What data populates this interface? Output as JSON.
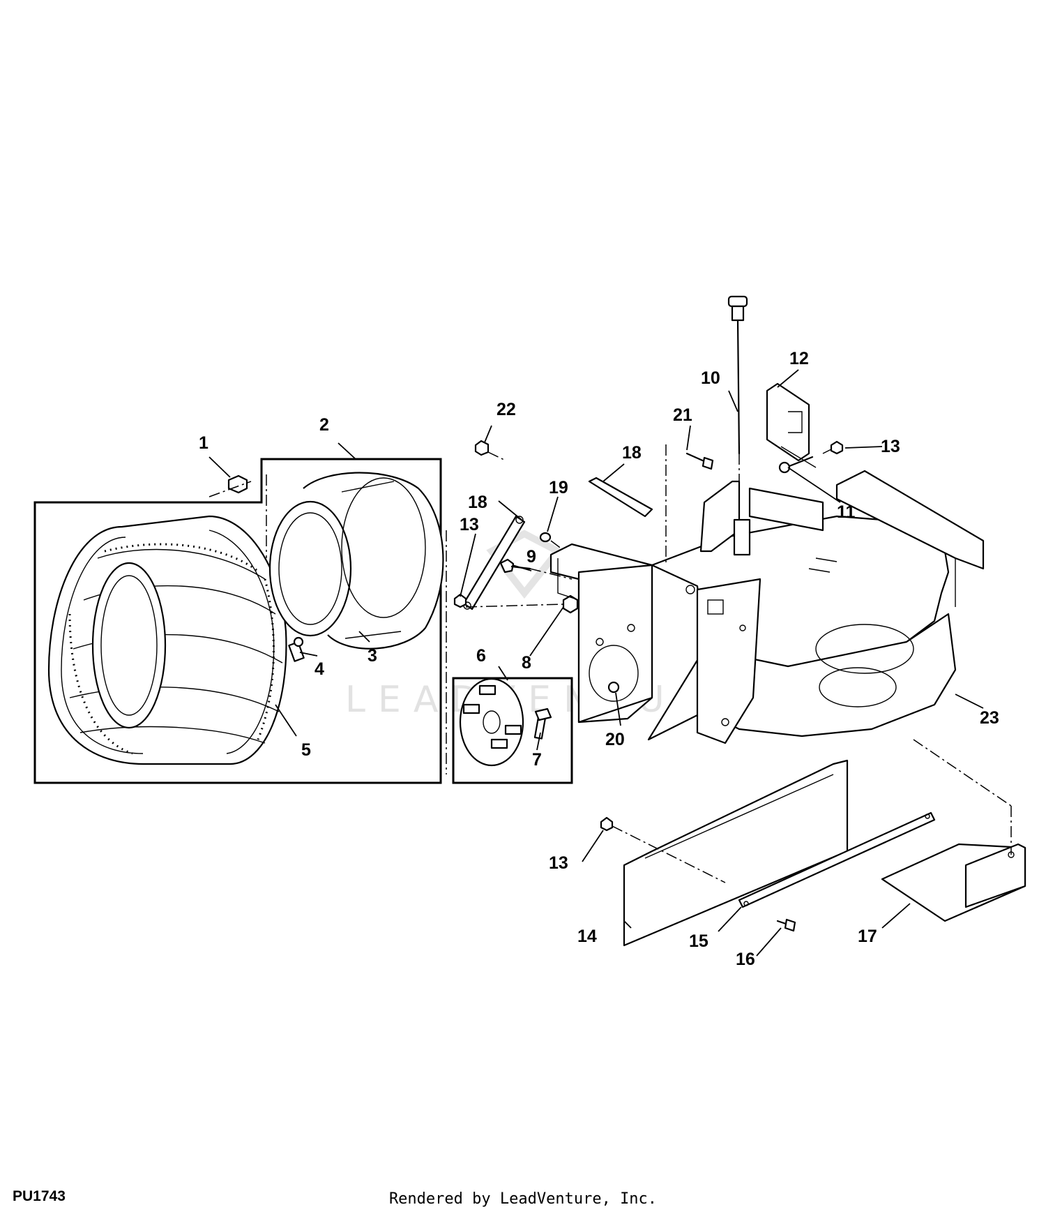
{
  "diagram_id": "PU1743",
  "render_credit": "Rendered by LeadVenture, Inc.",
  "watermark": "LEADVENTURE",
  "callouts": [
    "1",
    "2",
    "3",
    "4",
    "5",
    "6",
    "7",
    "8",
    "9",
    "10",
    "11",
    "12",
    "13",
    "13",
    "13",
    "14",
    "15",
    "16",
    "17",
    "18",
    "18",
    "19",
    "20",
    "21",
    "22",
    "23"
  ]
}
